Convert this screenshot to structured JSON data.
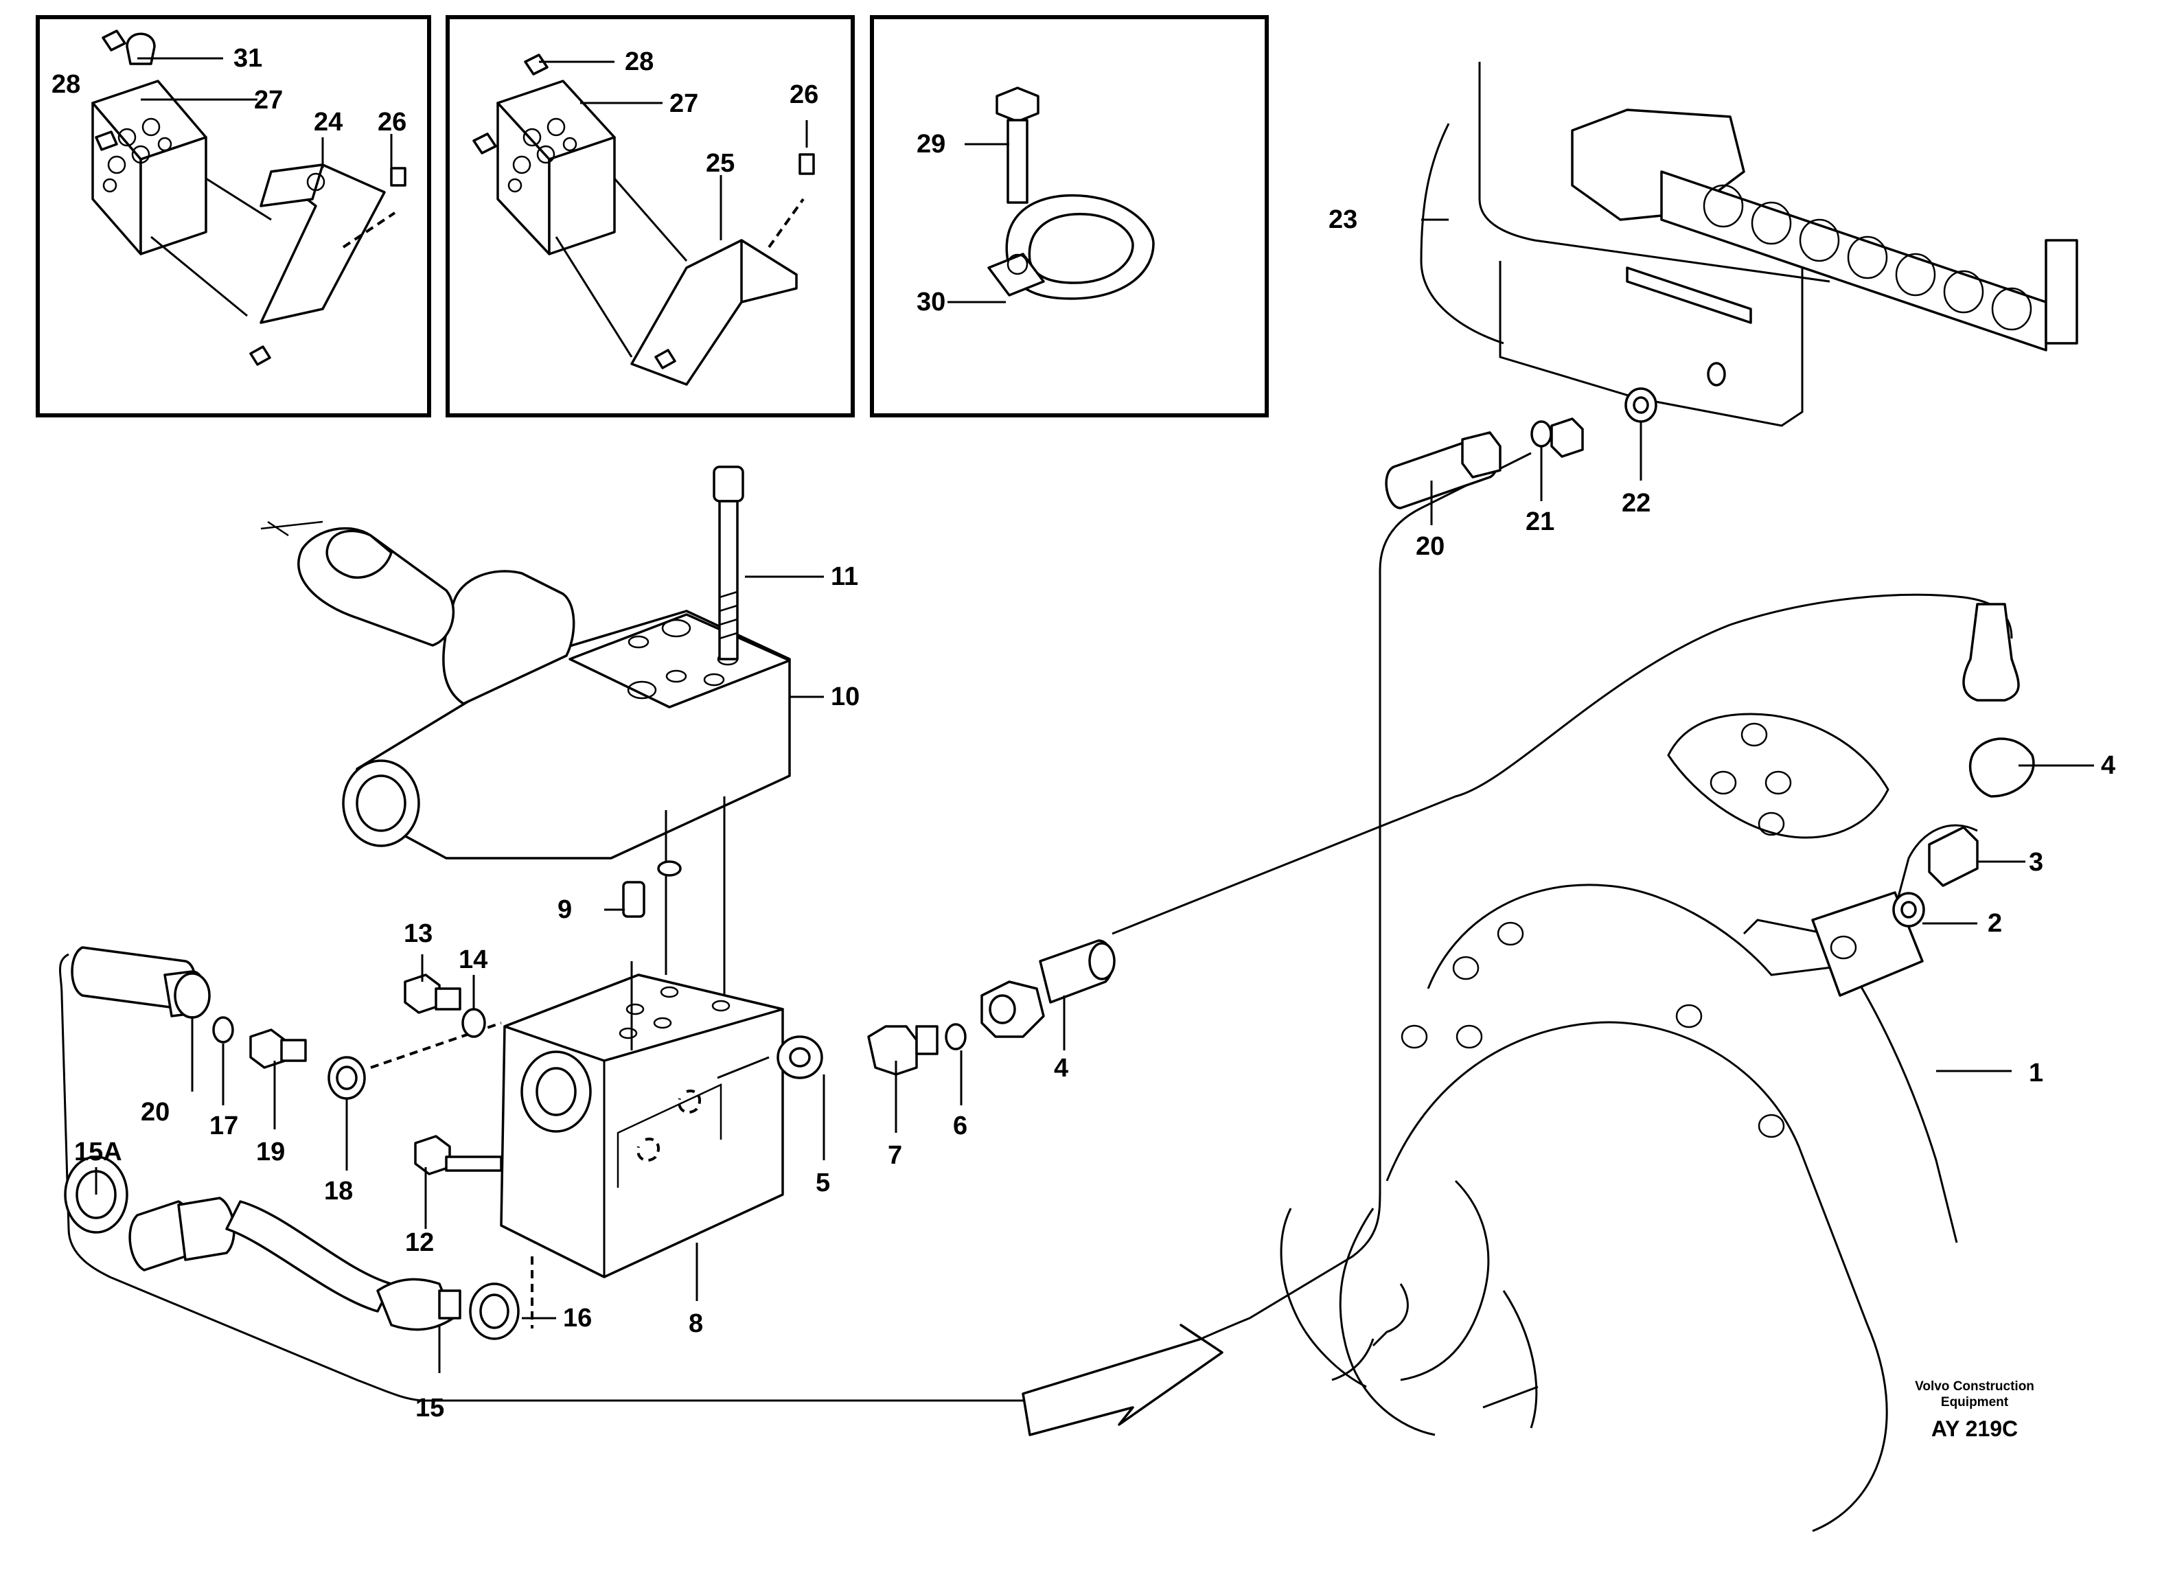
{
  "diagram": {
    "labels": {
      "p1": "1",
      "p2": "2",
      "p3": "3",
      "p4a": "4",
      "p4b": "4",
      "p5": "5",
      "p6": "6",
      "p7": "7",
      "p8": "8",
      "p9": "9",
      "p10": "10",
      "p11": "11",
      "p12": "12",
      "p13": "13",
      "p14": "14",
      "p15": "15",
      "p15a": "15A",
      "p16": "16",
      "p17": "17",
      "p18": "18",
      "p19": "19",
      "p20a": "20",
      "p20b": "20",
      "p21": "21",
      "p22": "22",
      "p23": "23",
      "p24": "24",
      "p25": "25",
      "p26a": "26",
      "p26b": "26",
      "p27a": "27",
      "p27b": "27",
      "p28a": "28",
      "p28b": "28",
      "p29": "29",
      "p30": "30",
      "p31": "31"
    },
    "brand_line1": "Volvo Construction",
    "brand_line2": "Equipment",
    "drawing_code": "AY 219C"
  }
}
